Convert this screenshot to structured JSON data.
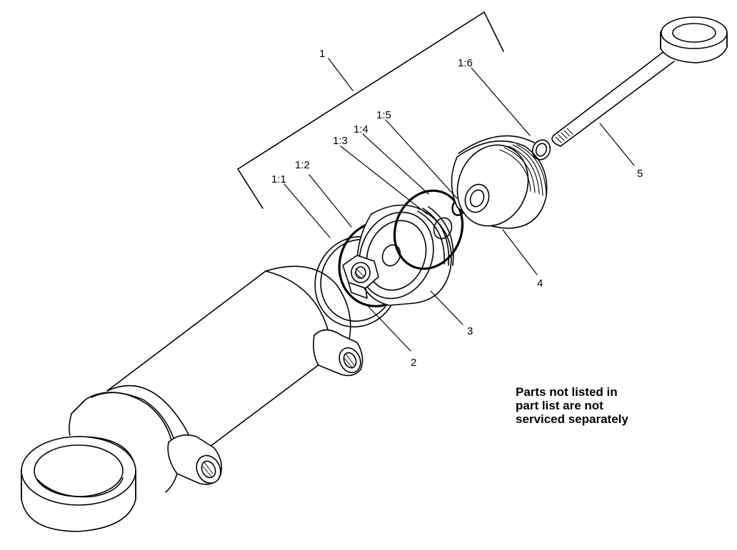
{
  "callouts": {
    "c1": "1",
    "c1_1": "1:1",
    "c1_2": "1:2",
    "c1_3": "1:3",
    "c1_4": "1:4",
    "c1_5": "1:5",
    "c1_6": "1:6",
    "c2": "2",
    "c3": "3",
    "c4": "4",
    "c5": "5"
  },
  "note": {
    "lines": [
      "Parts not listed in",
      "part list are not",
      "serviced separately"
    ]
  }
}
